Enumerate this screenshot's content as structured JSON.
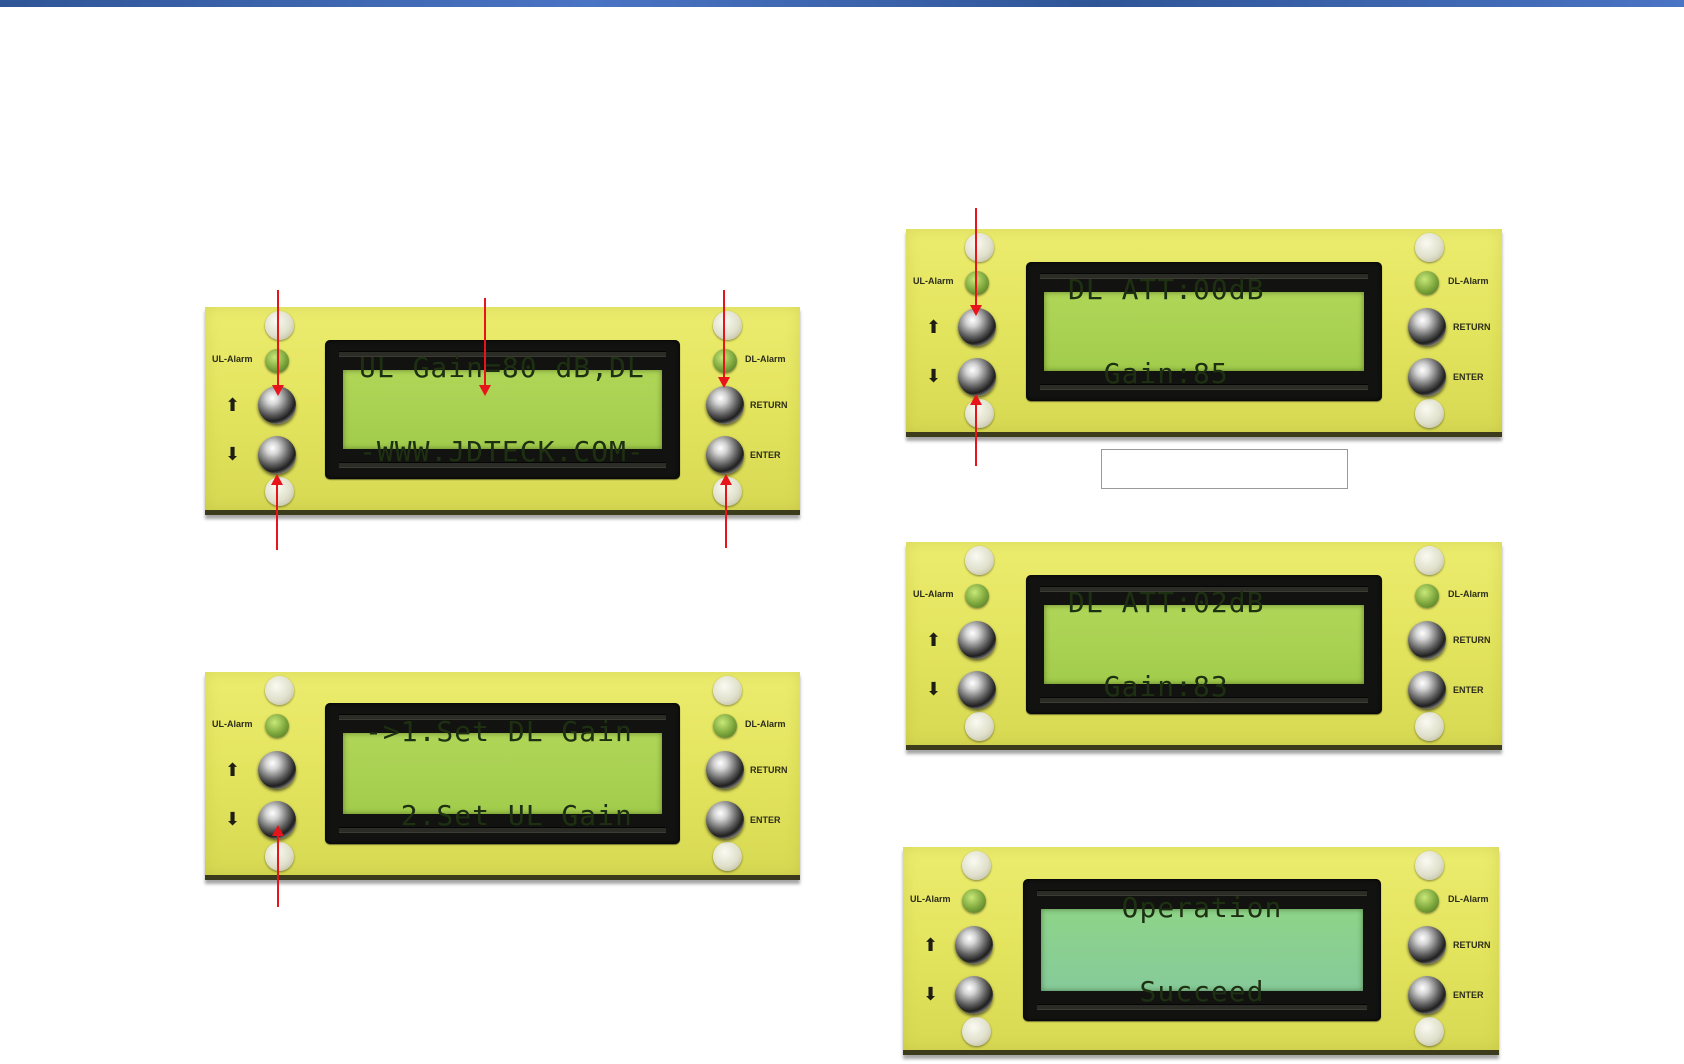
{
  "colors": {
    "top_bar": "#2f5597",
    "annotation": "#e8141c",
    "panel": "#e2e35c"
  },
  "labels": {
    "ul_alarm": "UL-Alarm",
    "dl_alarm": "DL-Alarm",
    "return": "RETURN",
    "enter": "ENTER",
    "up_icon": "arrow-up-icon",
    "down_icon": "arrow-down-icon",
    "up_glyph": "⬆",
    "down_glyph": "⬇"
  },
  "panels": [
    {
      "id": "home",
      "lcd": [
        "UL Gain=80 dB,DL",
        "-WWW.JDTECK.COM-"
      ]
    },
    {
      "id": "menu",
      "lcd": [
        "->1.Set DL Gain",
        "  2.Set UL Gain"
      ]
    },
    {
      "id": "dl-att-00",
      "lcd": [
        "DL ATT:00dB",
        "  Gain:85"
      ]
    },
    {
      "id": "dl-att-02",
      "lcd": [
        "DL ATT:02dB",
        "  Gain:83"
      ]
    },
    {
      "id": "operation-done",
      "lcd": [
        "Operation",
        "Succeed"
      ]
    }
  ]
}
